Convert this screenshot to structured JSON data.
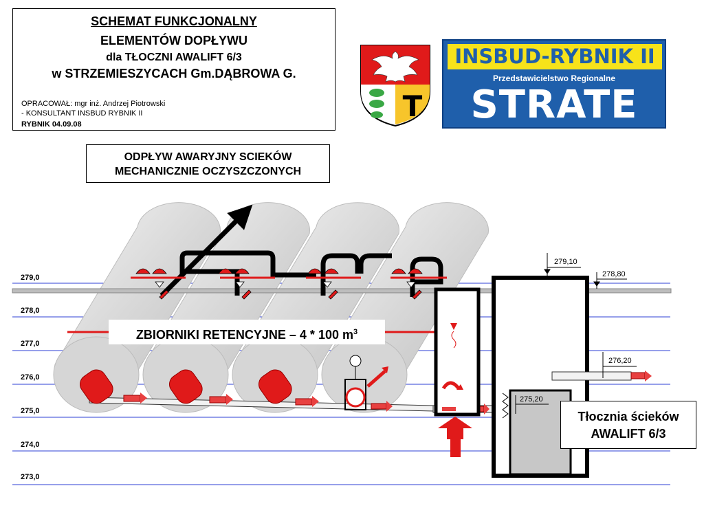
{
  "title": {
    "line1": "SCHEMAT FUNKCJONALNY",
    "line2": "ELEMENTÓW DOPŁYWU",
    "line3": "dla TŁOCZNI AWALIFT 6/3",
    "line4": "w STRZEMIESZYCACH Gm.DĄBROWA G."
  },
  "author": {
    "line1": "OPRACOWAŁ: mgr inż. Andrzej Piotrowski",
    "line2": "- KONSULTANT  INSBUD RYBNIK II",
    "line3": "RYBNIK 04.09.08"
  },
  "logo": {
    "top_text": "INSBUD-RYBNIK II",
    "middle_text": "Przedstawicielstwo Regionalne",
    "main_text": "STRATE",
    "crest_letter": "T"
  },
  "labels": {
    "overflow_line1": "ODPŁYW AWARYJNY SCIEKÓW",
    "overflow_line2": "MECHANICZNIE OCZYSZCZONYCH",
    "tanks_main": "ZBIORNIKI RETENCYJNE – 4 * 100 m",
    "tanks_sup": "3",
    "pump_line1": "Tłocznia ścieków",
    "pump_line2": "AWALIFT 6/3"
  },
  "levels": [
    "279,0",
    "278,0",
    "277,0",
    "276,0",
    "275,0",
    "274,0",
    "273,0"
  ],
  "elevations": {
    "e1": "279,10",
    "e2": "278,80",
    "e3": "276,20",
    "e4": "275,20"
  },
  "colors": {
    "blue_line": "#2e3fd6",
    "red": "#e01a1a",
    "tank_gray": "#d4d4d4",
    "logo_blue": "#1f5fab",
    "logo_yellow": "#f7e31a"
  }
}
